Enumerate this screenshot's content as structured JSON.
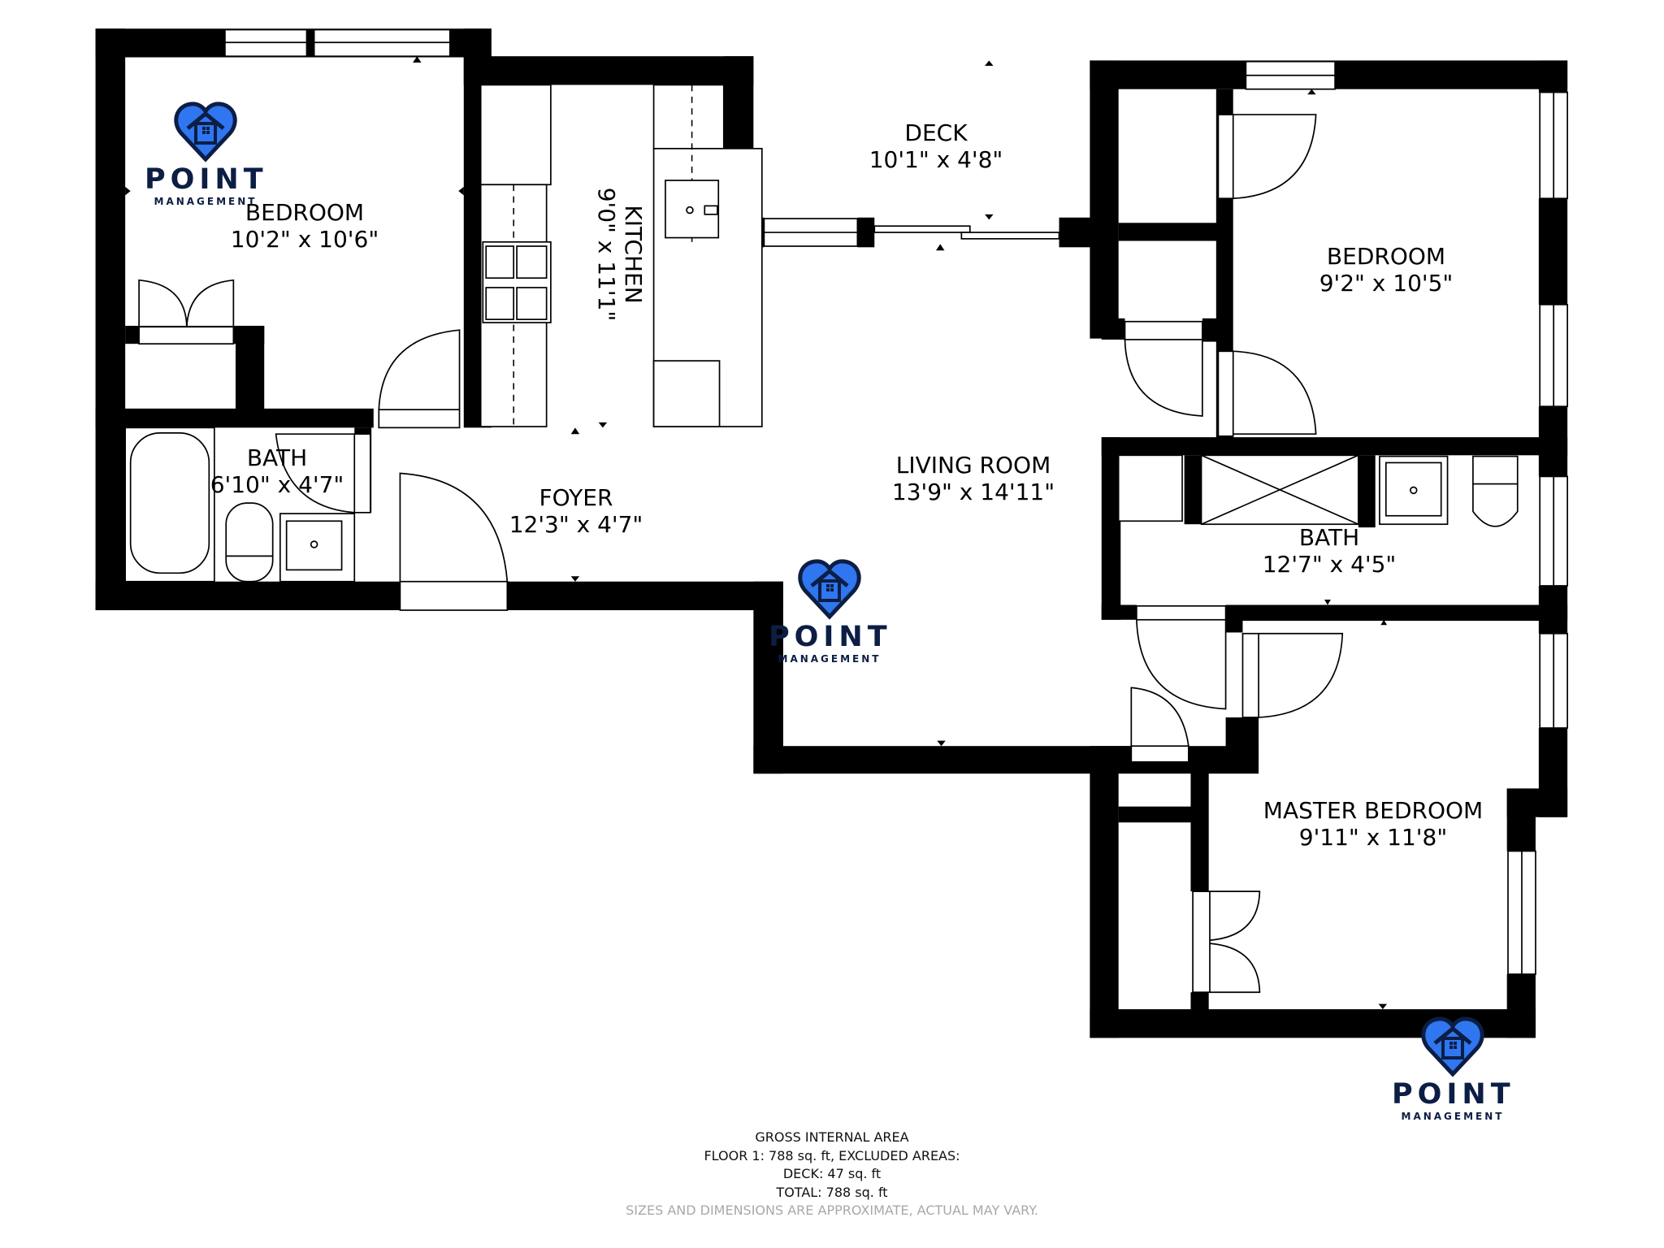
{
  "floorplan": {
    "brand": {
      "name": "POINT",
      "tagline": "MANAGEMENT",
      "colors": {
        "heart": "#2f76f0",
        "outline": "#0c1e44"
      }
    },
    "rooms": [
      {
        "id": "bedroom-1",
        "name": "BEDROOM",
        "dimensions": "10'2\" x 10'6\""
      },
      {
        "id": "kitchen",
        "name": "KITCHEN",
        "dimensions": "9'0\" x 11'1\""
      },
      {
        "id": "deck",
        "name": "DECK",
        "dimensions": "10'1\" x 4'8\""
      },
      {
        "id": "bedroom-2",
        "name": "BEDROOM",
        "dimensions": "9'2\" x 10'5\""
      },
      {
        "id": "bath-1",
        "name": "BATH",
        "dimensions": "6'10\" x 4'7\""
      },
      {
        "id": "foyer",
        "name": "FOYER",
        "dimensions": "12'3\" x 4'7\""
      },
      {
        "id": "living-room",
        "name": "LIVING ROOM",
        "dimensions": "13'9\" x 14'11\""
      },
      {
        "id": "bath-2",
        "name": "BATH",
        "dimensions": "12'7\" x 4'5\""
      },
      {
        "id": "master-bedroom",
        "name": "MASTER BEDROOM",
        "dimensions": "9'11\" x 11'8\""
      }
    ],
    "area_summary": {
      "title": "GROSS INTERNAL AREA",
      "floor_line": "FLOOR 1: 788 sq. ft, EXCLUDED AREAS:",
      "deck_line": "DECK: 47 sq. ft",
      "total_line": "TOTAL: 788 sq. ft",
      "disclaimer": "SIZES AND DIMENSIONS ARE APPROXIMATE, ACTUAL MAY VARY."
    }
  }
}
